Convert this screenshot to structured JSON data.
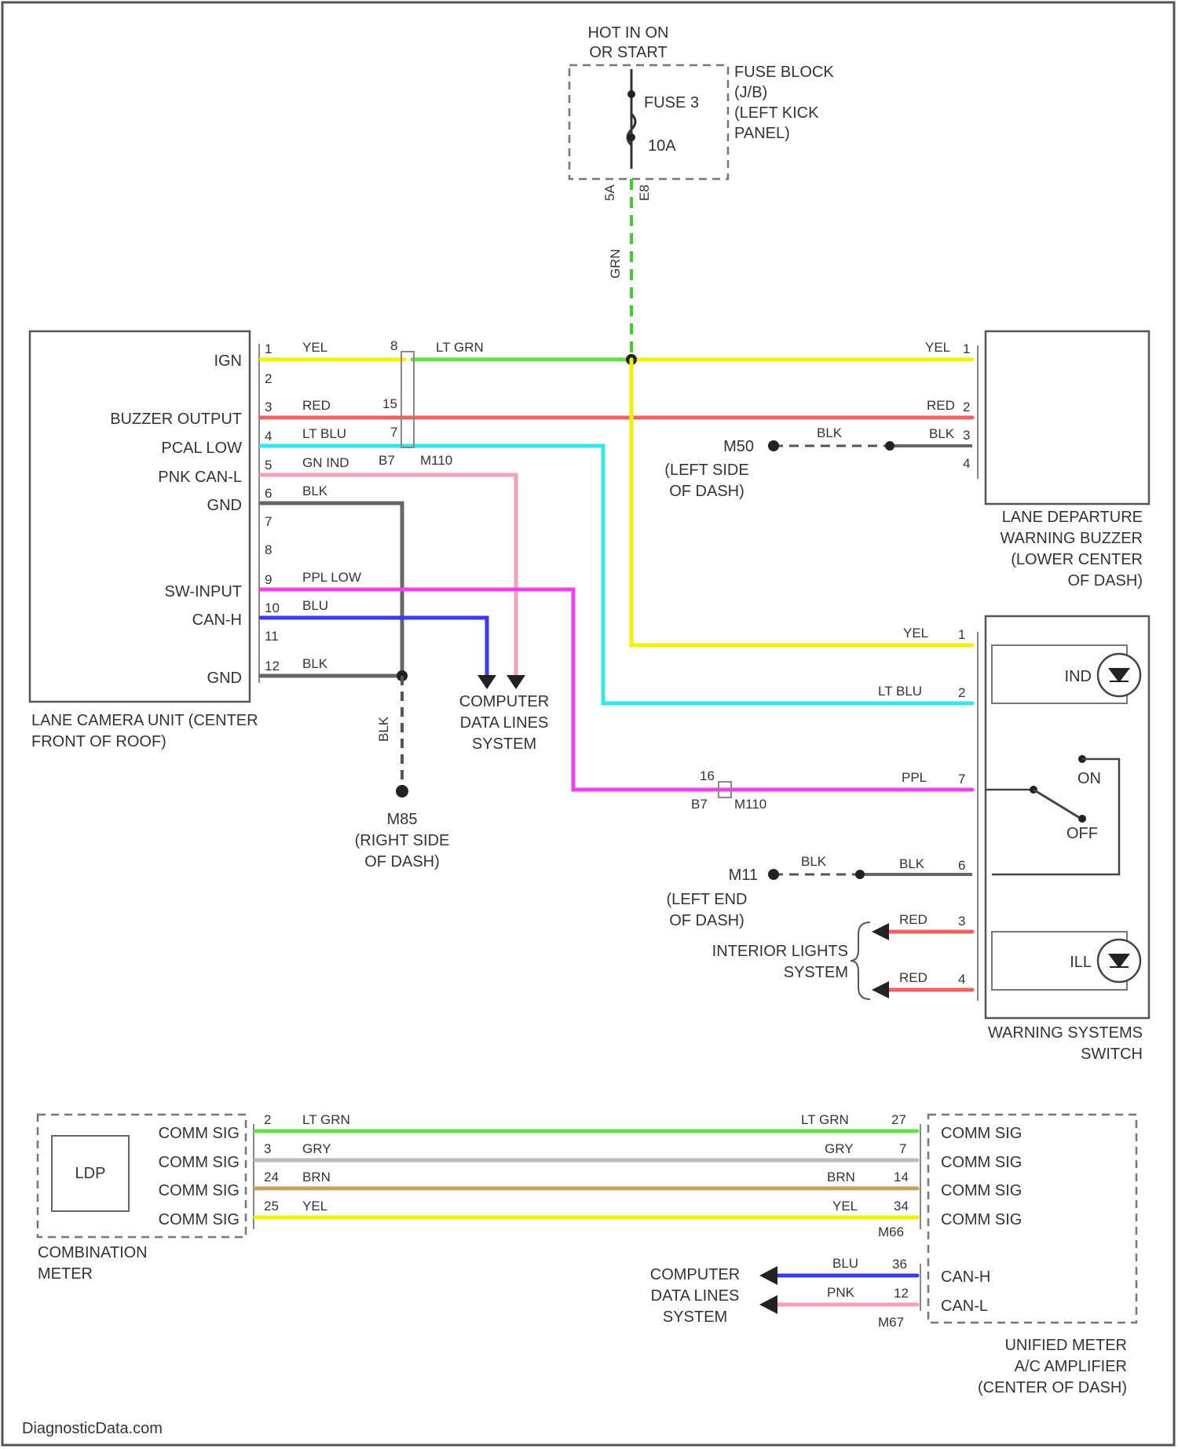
{
  "power": {
    "hot_lines": [
      "HOT IN ON",
      "OR START"
    ],
    "fuse_name": "FUSE 3",
    "fuse_rating": "10A",
    "fuse_block_lines": [
      "FUSE BLOCK",
      "(J/B)",
      "(LEFT KICK",
      "PANEL)"
    ],
    "pin_top": "5A",
    "pin_bottom": "E8",
    "wire_label": "GRN",
    "wire_color": "#44cc33"
  },
  "camera": {
    "title_lines": [
      "LANE CAMERA UNIT (CENTER",
      "FRONT OF ROOF)"
    ],
    "pins": [
      {
        "num": "1",
        "label": "IGN",
        "wire": "YEL",
        "color": "#f2f200"
      },
      {
        "num": "2",
        "label": "",
        "wire": "",
        "color": ""
      },
      {
        "num": "3",
        "label": "BUZZER OUTPUT",
        "wire": "RED",
        "color": "#f26060"
      },
      {
        "num": "4",
        "label": "PCAL LOW",
        "wire": "LT BLU",
        "color": "#33e6f0"
      },
      {
        "num": "5",
        "label": "PNK CAN-L",
        "wire": "GN IND",
        "color": "#f5a0b4"
      },
      {
        "num": "6",
        "label": "GND",
        "wire": "BLK",
        "color": "#666666"
      },
      {
        "num": "7",
        "label": "",
        "wire": "",
        "color": ""
      },
      {
        "num": "8",
        "label": "",
        "wire": "",
        "color": ""
      },
      {
        "num": "9",
        "label": "SW-INPUT",
        "wire": "PPL LOW",
        "color": "#f040f0"
      },
      {
        "num": "10",
        "label": "CAN-H",
        "wire": "BLU",
        "color": "#3a3af0"
      },
      {
        "num": "11",
        "label": "",
        "wire": "",
        "color": ""
      },
      {
        "num": "12",
        "label": "GND",
        "wire": "BLK",
        "color": "#666666"
      }
    ]
  },
  "splice": {
    "wire_label": "LT GRN",
    "pins": [
      "8",
      "15",
      "7"
    ],
    "conn": [
      "B7",
      "M110"
    ]
  },
  "buzzer": {
    "title_lines": [
      "LANE DEPARTURE",
      "WARNING BUZZER",
      "(LOWER CENTER",
      "OF DASH)"
    ],
    "pins": [
      {
        "num": "1",
        "wire": "YEL"
      },
      {
        "num": "2",
        "wire": "RED"
      },
      {
        "num": "3",
        "wire": "BLK"
      },
      {
        "num": "4",
        "wire": ""
      }
    ]
  },
  "ground_m50": {
    "name": "M50",
    "wire": "BLK",
    "lines": [
      "(LEFT SIDE",
      "OF DASH)"
    ]
  },
  "computer_data_1": [
    "COMPUTER",
    "DATA LINES",
    "SYSTEM"
  ],
  "ground_m85": {
    "name": "M85",
    "wire_vertical": "BLK",
    "lines": [
      "(RIGHT SIDE",
      "OF DASH)"
    ]
  },
  "switch": {
    "title_lines": [
      "WARNING SYSTEMS",
      "SWITCH"
    ],
    "ind_label": "IND",
    "ill_label": "ILL",
    "on_label": "ON",
    "off_label": "OFF",
    "pins": [
      {
        "num": "1",
        "wire": "YEL"
      },
      {
        "num": "2",
        "wire": "LT BLU"
      },
      {
        "num": "7",
        "wire": "PPL"
      },
      {
        "num": "6",
        "wire": "BLK"
      },
      {
        "num": "3",
        "wire": "RED"
      },
      {
        "num": "4",
        "wire": "RED"
      }
    ],
    "ppl_splice_pin": "16",
    "ppl_splice_conn": [
      "B7",
      "M110"
    ]
  },
  "ground_m11": {
    "name": "M11",
    "wire": "BLK",
    "lines": [
      "(LEFT END",
      "OF DASH)"
    ]
  },
  "interior_lights": [
    "INTERIOR LIGHTS",
    "SYSTEM"
  ],
  "meter": {
    "title_lines": [
      "COMBINATION",
      "METER"
    ],
    "ldp_label": "LDP",
    "rows": [
      {
        "label": "COMM SIG",
        "pin": "2",
        "wire": "LT GRN",
        "color": "#66e04a"
      },
      {
        "label": "COMM SIG",
        "pin": "3",
        "wire": "GRY",
        "color": "#bbbbbb"
      },
      {
        "label": "COMM SIG",
        "pin": "24",
        "wire": "BRN",
        "color": "#c8a060"
      },
      {
        "label": "COMM SIG",
        "pin": "25",
        "wire": "YEL",
        "color": "#f2f200"
      }
    ]
  },
  "amp": {
    "title_lines": [
      "UNIFIED METER",
      "A/C AMPLIFIER",
      "(CENTER OF DASH)"
    ],
    "rows": [
      {
        "label": "COMM SIG",
        "pin": "27",
        "wire": "LT GRN"
      },
      {
        "label": "COMM SIG",
        "pin": "7",
        "wire": "GRY"
      },
      {
        "label": "COMM SIG",
        "pin": "14",
        "wire": "BRN"
      },
      {
        "label": "COMM SIG",
        "pin": "34",
        "wire": "YEL"
      }
    ],
    "conn_1": "M66",
    "can_rows": [
      {
        "label": "CAN-H",
        "pin": "36",
        "wire": "BLU",
        "color": "#3a3af0"
      },
      {
        "label": "CAN-L",
        "pin": "12",
        "wire": "PNK",
        "color": "#f5a0b4"
      }
    ],
    "conn_2": "M67"
  },
  "computer_data_2": [
    "COMPUTER",
    "DATA LINES",
    "SYSTEM"
  ],
  "footer": "DiagnosticData.com"
}
